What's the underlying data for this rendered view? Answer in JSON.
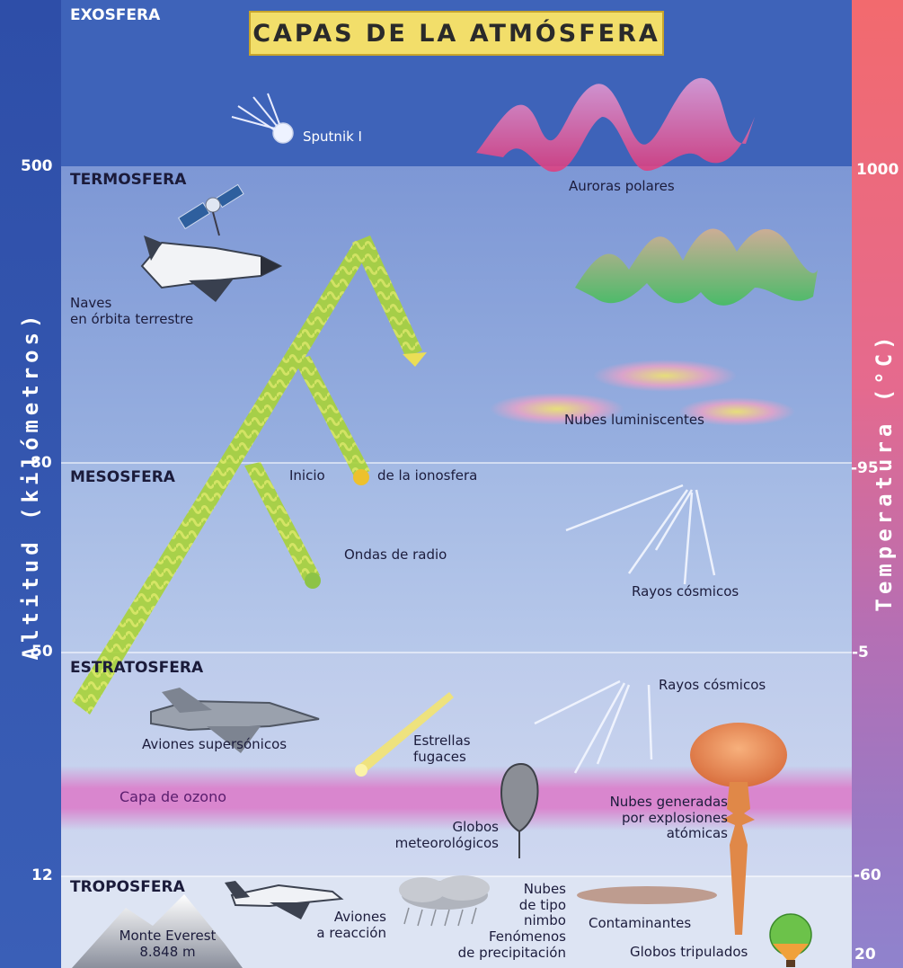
{
  "title": "CAPAS DE LA ATMÓSFERA",
  "axes": {
    "left_label": "Altitud (kilómetros)",
    "right_label": "Temperatura (°C)",
    "altitude_ticks": [
      "500",
      "80",
      "50",
      "12"
    ],
    "temperature_ticks": [
      "1000",
      "-95",
      "-5",
      "-60",
      "20"
    ]
  },
  "layers": {
    "exosfera": "EXOSFERA",
    "termosfera": "TERMOSFERA",
    "mesosfera": "MESOSFERA",
    "estratosfera": "ESTRATOSFERA",
    "troposfera": "TROPOSFERA"
  },
  "labels": {
    "sputnik": "Sputnik I",
    "auroras": "Auroras polares",
    "naves_1": "Naves",
    "naves_2": "en órbita terrestre",
    "nubes_luminiscentes": "Nubes luminiscentes",
    "inicio": "Inicio",
    "ionosfera": "de la ionosfera",
    "ondas": "Ondas de radio",
    "rayos_meso": "Rayos cósmicos",
    "rayos_estrato": "Rayos cósmicos",
    "aviones_super": "Aviones supersónicos",
    "estrellas_1": "Estrellas",
    "estrellas_2": "fugaces",
    "ozono": "Capa de ozono",
    "globos_met_1": "Globos",
    "globos_met_2": "meteorológicos",
    "nubes_exp_1": "Nubes generadas",
    "nubes_exp_2": "por explosiones",
    "nubes_exp_3": "atómicas",
    "everest_1": "Monte Everest",
    "everest_2": "8.848 m",
    "aviones_reac_1": "Aviones",
    "aviones_reac_2": "a reacción",
    "nimbo_1": "Nubes",
    "nimbo_2": "de tipo",
    "nimbo_3": "nimbo",
    "precip_1": "Fenómenos",
    "precip_2": "de precipitación",
    "contaminantes": "Contaminantes",
    "globos_trip": "Globos tripulados"
  },
  "colors": {
    "altitude_bar": "#2e4ea8",
    "temperature_bar_top": "#f26a6e",
    "temperature_bar_bottom": "#8f83cd",
    "title_background": "#f2de6a",
    "radio_waves": "#9ccc3a",
    "ozone": "#dc78c8"
  },
  "icons": [
    "satellite-icon",
    "sputnik-icon",
    "space-shuttle-icon",
    "fighter-jet-icon",
    "jet-plane-icon",
    "weather-balloon-icon",
    "hot-air-balloon-icon",
    "mushroom-cloud-icon",
    "meteor-icon",
    "mountain-icon",
    "rain-cloud-icon",
    "aurora-icon"
  ]
}
